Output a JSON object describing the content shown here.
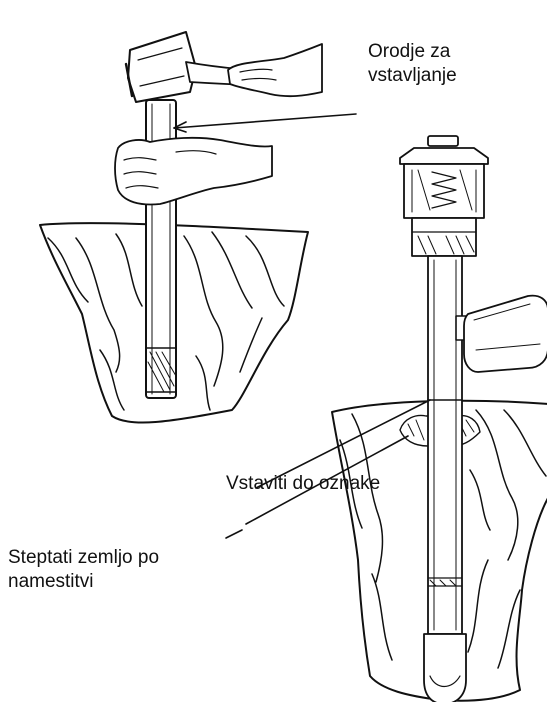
{
  "labels": {
    "insertion_tool": "Orodje za\nvstavljanje",
    "insert_to_mark": "Vstaviti do oznake",
    "tamp_soil": "Steptati zemljo po\nnamestitvi"
  },
  "colors": {
    "line": "#111111",
    "background": "#ffffff"
  },
  "icons": [
    "hammer-icon",
    "hand-icon",
    "insertion-tool-icon",
    "soil-section-icon",
    "sensor-probe-icon"
  ]
}
